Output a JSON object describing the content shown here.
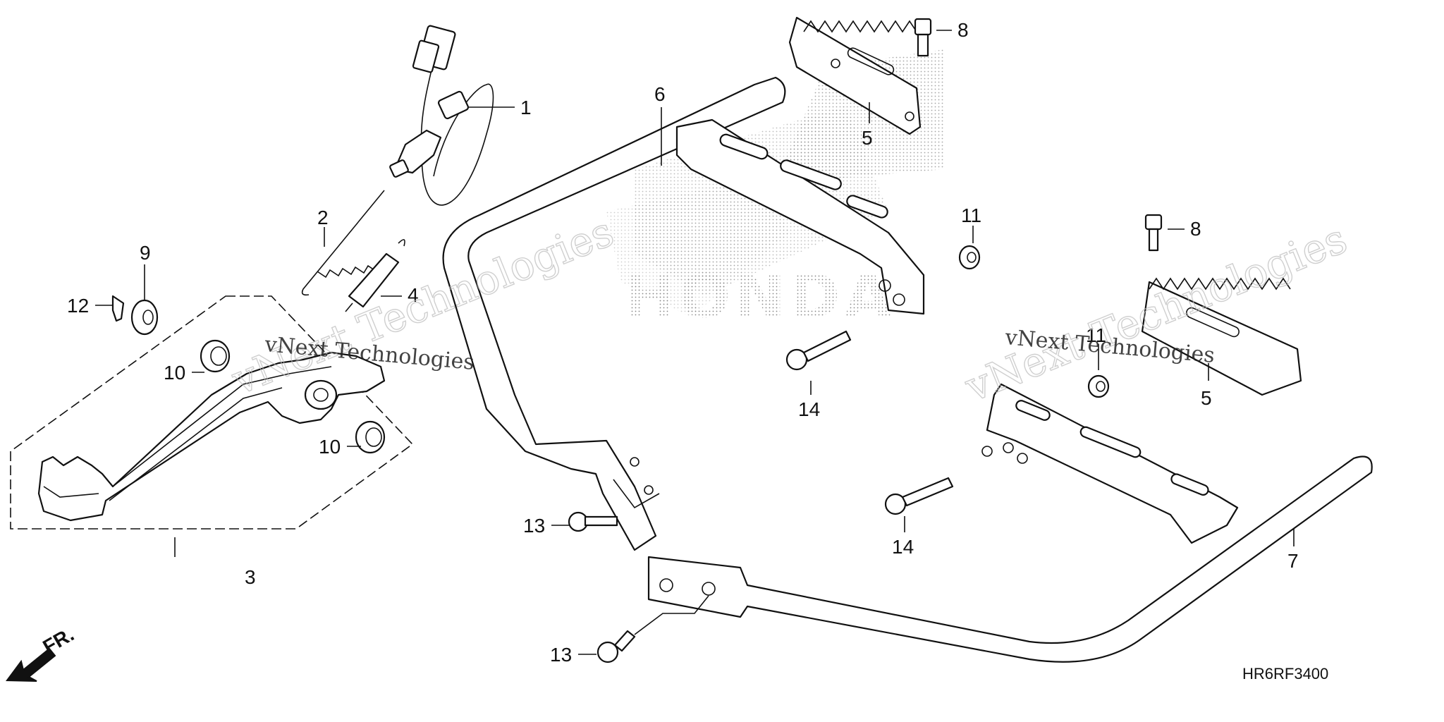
{
  "diagram": {
    "drawing_code": "HR6RF3400",
    "front_indicator": "FR.",
    "watermark_text": "vNext Technologies",
    "logo_text": "HONDA",
    "callouts": [
      {
        "id": "callout-1",
        "text": "1"
      },
      {
        "id": "callout-2",
        "text": "2"
      },
      {
        "id": "callout-3",
        "text": "3"
      },
      {
        "id": "callout-4",
        "text": "4"
      },
      {
        "id": "callout-5a",
        "text": "5"
      },
      {
        "id": "callout-5b",
        "text": "5"
      },
      {
        "id": "callout-6",
        "text": "6"
      },
      {
        "id": "callout-7",
        "text": "7"
      },
      {
        "id": "callout-8a",
        "text": "8"
      },
      {
        "id": "callout-8b",
        "text": "8"
      },
      {
        "id": "callout-9",
        "text": "9"
      },
      {
        "id": "callout-10a",
        "text": "10"
      },
      {
        "id": "callout-10b",
        "text": "10"
      },
      {
        "id": "callout-11a",
        "text": "11"
      },
      {
        "id": "callout-11b",
        "text": "11"
      },
      {
        "id": "callout-12",
        "text": "12"
      },
      {
        "id": "callout-13a",
        "text": "13"
      },
      {
        "id": "callout-13b",
        "text": "13"
      },
      {
        "id": "callout-14a",
        "text": "14"
      },
      {
        "id": "callout-14b",
        "text": "14"
      }
    ]
  }
}
